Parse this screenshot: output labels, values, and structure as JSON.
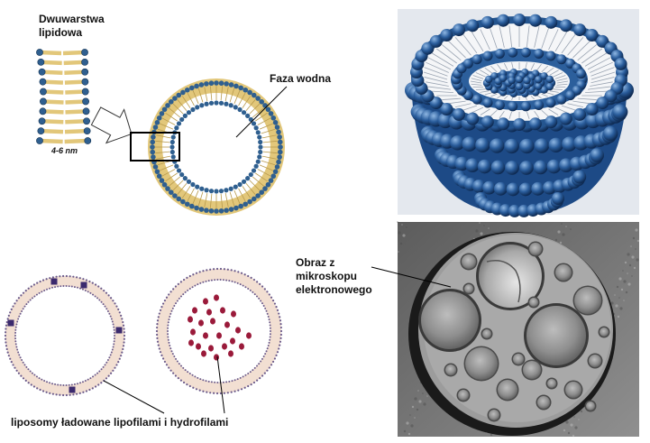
{
  "labels": {
    "bilayer_line1": "Dwuwarstwa",
    "bilayer_line2": "lipidowa",
    "thickness": "4-6 nm",
    "aqueous_phase": "Faza wodna",
    "em_line1": "Obraz z",
    "em_line2": "mikroskopu",
    "em_line3": "elektronowego",
    "caption": "liposomy ładowane lipofilami i hydrofilami"
  },
  "colors": {
    "head_blue": "#2f5f8f",
    "tail_yellow": "#e2c77a",
    "liposome_band": "#f2dfd2",
    "lipophile_square": "#3b2a6e",
    "hydrophile_dot": "#9a1a3a",
    "photo_bg": "#dde3ea",
    "micrograph_gray": "#8a8a8a"
  }
}
